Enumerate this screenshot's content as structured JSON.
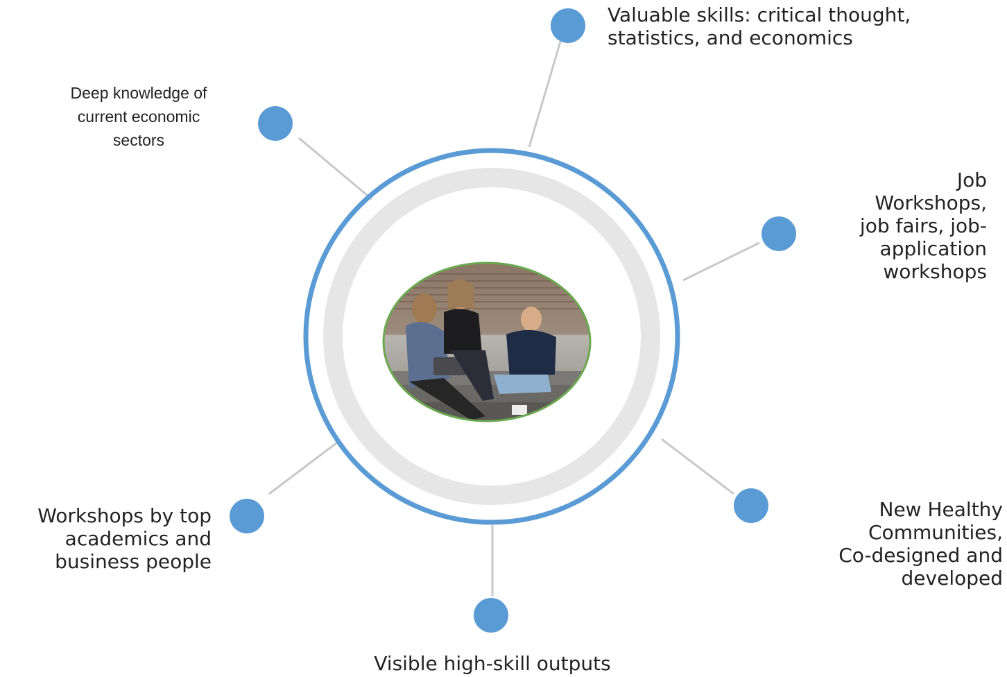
{
  "colors": {
    "node": "#5b9bd5",
    "ring_outer": "#5b9bd5",
    "ring_inner": "#e6e6e6",
    "connector": "#c8c8c8",
    "photo_border": "#6aa84f"
  },
  "center": {
    "image": "photo-of-three-students-sitting-on-steps-with-laptop-and-phone"
  },
  "items": [
    {
      "key": "skills",
      "lines": [
        "Valuable skills: critical thought,",
        "statistics, and economics"
      ]
    },
    {
      "key": "knowledge",
      "lines": [
        "Deep knowledge of",
        "current economic",
        "sectors"
      ]
    },
    {
      "key": "job",
      "lines": [
        "Job",
        "Workshops,",
        "job fairs, job-",
        "application",
        "workshops"
      ]
    },
    {
      "key": "communities",
      "lines": [
        "New Healthy",
        "Communities,",
        "Co-designed and",
        "developed"
      ]
    },
    {
      "key": "academics",
      "lines": [
        "Workshops by top",
        "academics and",
        "business people"
      ]
    },
    {
      "key": "outputs",
      "lines": [
        "Visible high-skill outputs"
      ]
    }
  ]
}
